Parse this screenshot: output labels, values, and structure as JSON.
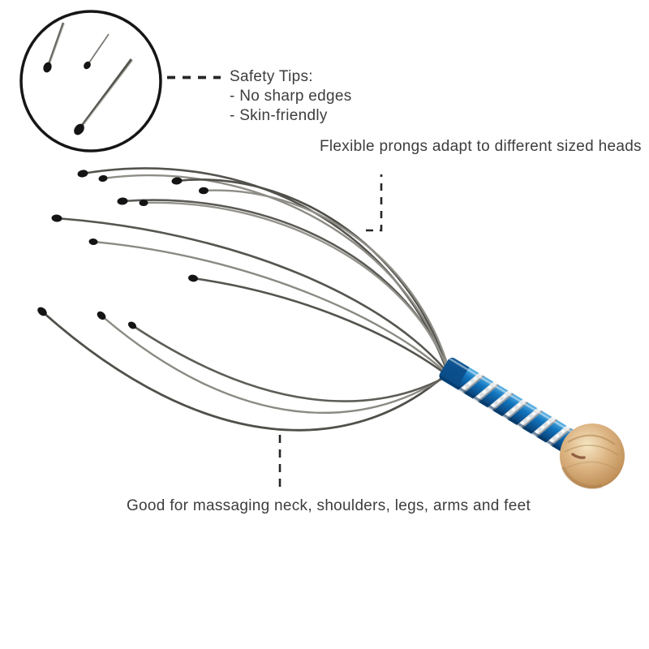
{
  "page": {
    "background": "#ffffff"
  },
  "annotations": {
    "safety_title": "Safety Tips:",
    "safety_items": [
      "- No sharp edges",
      "- Skin-friendly"
    ],
    "flexible_label": "Flexible prongs adapt to different sized heads",
    "usage_label": "Good for massaging neck, shoulders, legs, arms and feet"
  },
  "product": {
    "type": "head scalp massager",
    "prong_count": 12,
    "inset": "close-up of three rounded prong tips in a circle"
  },
  "colors": {
    "text": "#3d3d3d",
    "leader_line": "#262626",
    "inset_border": "#161616",
    "wire_dark": "#54534e",
    "wire_light": "#8e8d86",
    "prong_tip": "#141414",
    "handle_blue": "#1377c0",
    "handle_blue_dark": "#0a4c88",
    "handle_stripe_silver": "#dde1e4",
    "wood_light": "#f5e6c4",
    "wood_mid": "#ddb584",
    "wood_dark": "#a87a42"
  }
}
